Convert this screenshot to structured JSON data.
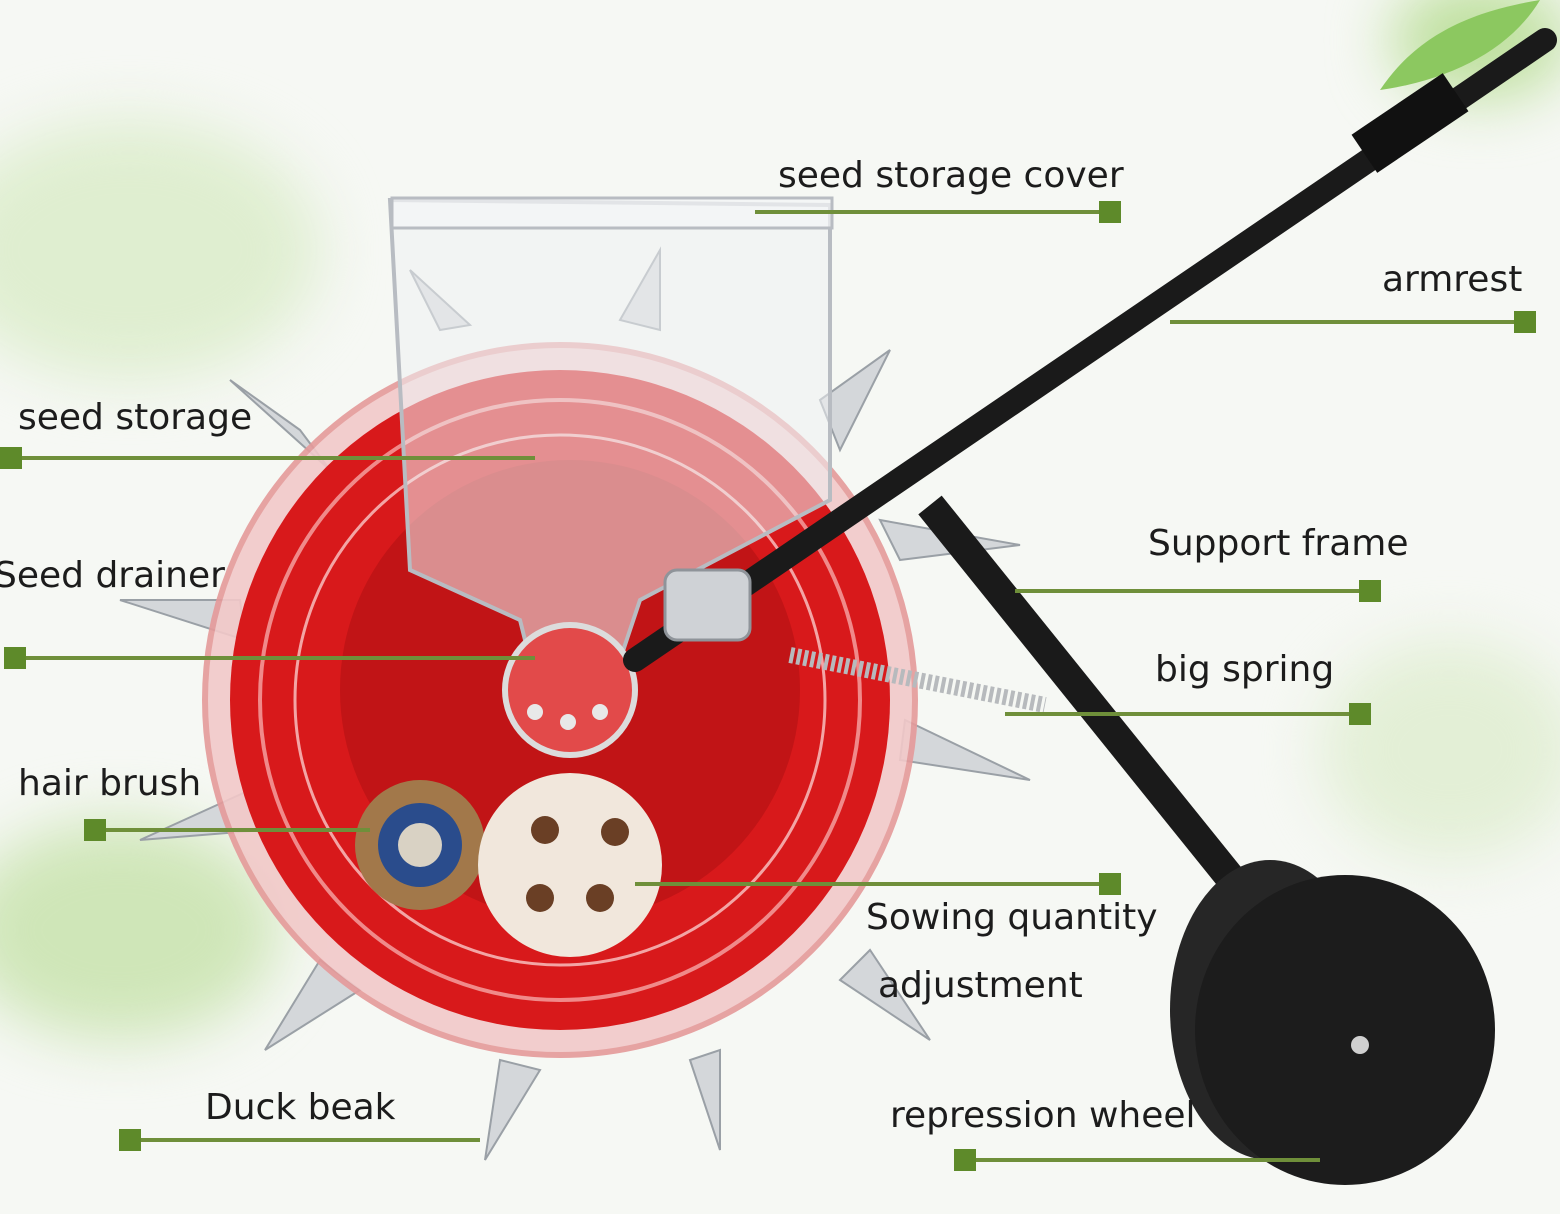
{
  "labels": {
    "seed_storage_cover": "seed storage cover",
    "armrest": "armrest",
    "seed_storage": "seed storage",
    "support_frame": "Support frame",
    "seed_drainer": "Seed drainer",
    "big_spring": "big spring",
    "hair_brush": "hair brush",
    "sowing_quantity": "Sowing quantity",
    "adjustment": "adjustment",
    "duck_beak": "Duck beak",
    "repression_wheel": "repression wheel"
  },
  "colors": {
    "leader_line": "#6f8f3a",
    "leader_marker": "#5e8a2a",
    "wheel_red": "#d8191b",
    "handle_black": "#1a1a1a",
    "metal": "#c9ccd0",
    "leaf_green": "#9fd27a"
  }
}
